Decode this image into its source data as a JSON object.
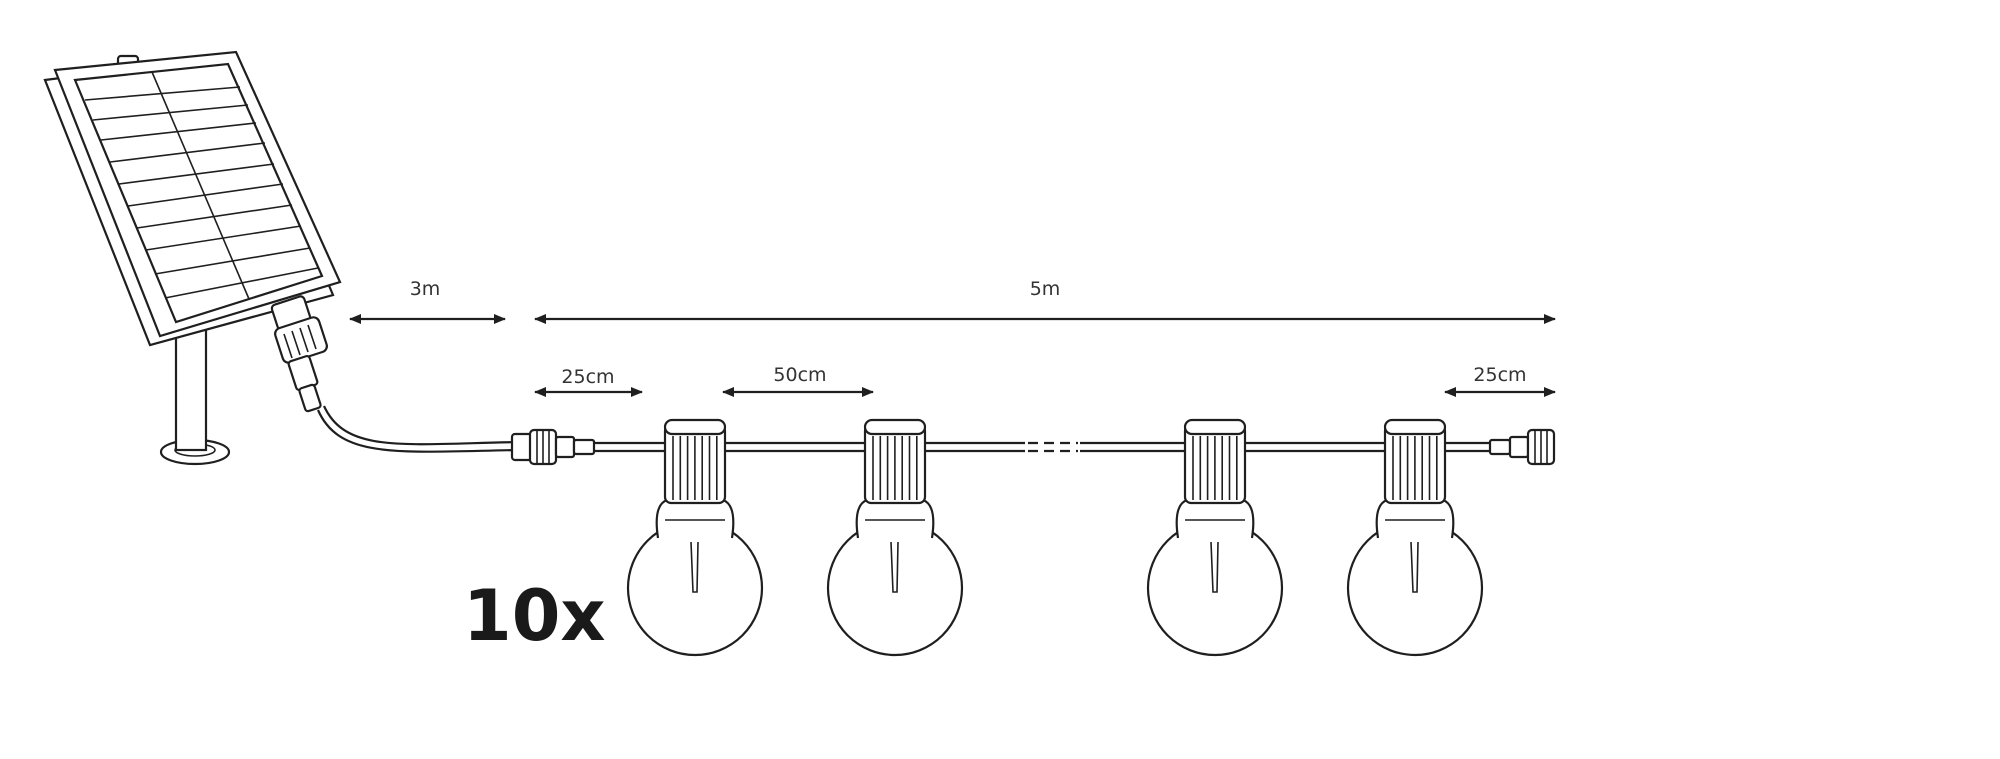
{
  "dimensions": {
    "solar_cable_length": "3m",
    "string_length": "5m",
    "lead_start": "25cm",
    "bulb_spacing": "50cm",
    "lead_end": "25cm"
  },
  "bulb_count": "10x",
  "colors": {
    "line": "#1f1f1f",
    "text": "#333333",
    "background": "#ffffff"
  }
}
